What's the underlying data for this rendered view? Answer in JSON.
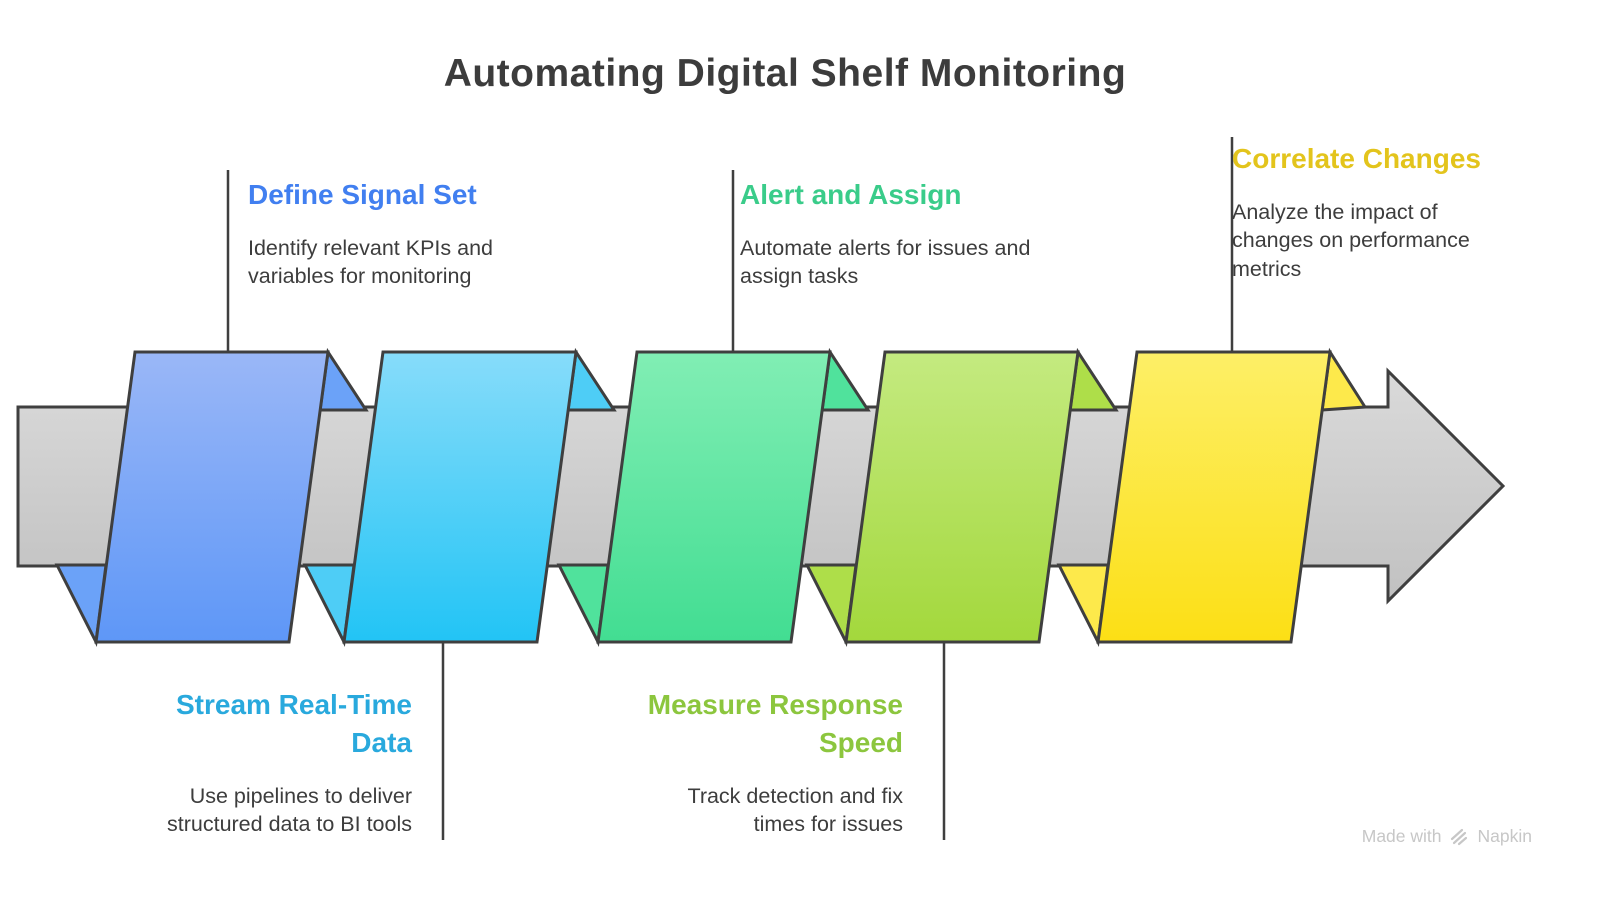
{
  "title": "Automating Digital Shelf Monitoring",
  "colors": {
    "body_text": "#3d3d3d",
    "outline": "#3f3f3f",
    "arrow_top": "#dadada",
    "arrow_bottom": "#c1c1c1"
  },
  "steps": [
    {
      "label": "Define Signal Set",
      "description": "Identify relevant KPIs and variables for monitoring",
      "heading_color": "#417ff0",
      "ribbon_top": "#9ab7f7",
      "ribbon_bottom": "#5e97f7",
      "ribbon_fold": "#6ba2f8"
    },
    {
      "label": "Stream Real-Time Data",
      "description": "Use pipelines to deliver structured data to BI tools",
      "heading_color": "#29a9dd",
      "ribbon_top": "#87dcfa",
      "ribbon_bottom": "#22c4f5",
      "ribbon_fold": "#4ecdf6"
    },
    {
      "label": "Alert and Assign",
      "description": "Automate alerts for issues and assign tasks",
      "heading_color": "#3acc8a",
      "ribbon_top": "#81eeb4",
      "ribbon_bottom": "#42dd92",
      "ribbon_fold": "#50e29c"
    },
    {
      "label": "Measure Response Speed",
      "description": "Track detection and fix times for issues",
      "heading_color": "#8cc63e",
      "ribbon_top": "#c4ea80",
      "ribbon_bottom": "#a3d83c",
      "ribbon_fold": "#aede49"
    },
    {
      "label": "Correlate Changes",
      "description": "Analyze the impact of changes on performance metrics",
      "heading_color": "#e3c41c",
      "ribbon_top": "#fdef67",
      "ribbon_bottom": "#fcdf15",
      "ribbon_fold": "#fde94b"
    }
  ],
  "watermark": {
    "prefix": "Made with",
    "brand": "Napkin",
    "icon": "napkin-logo-icon"
  }
}
